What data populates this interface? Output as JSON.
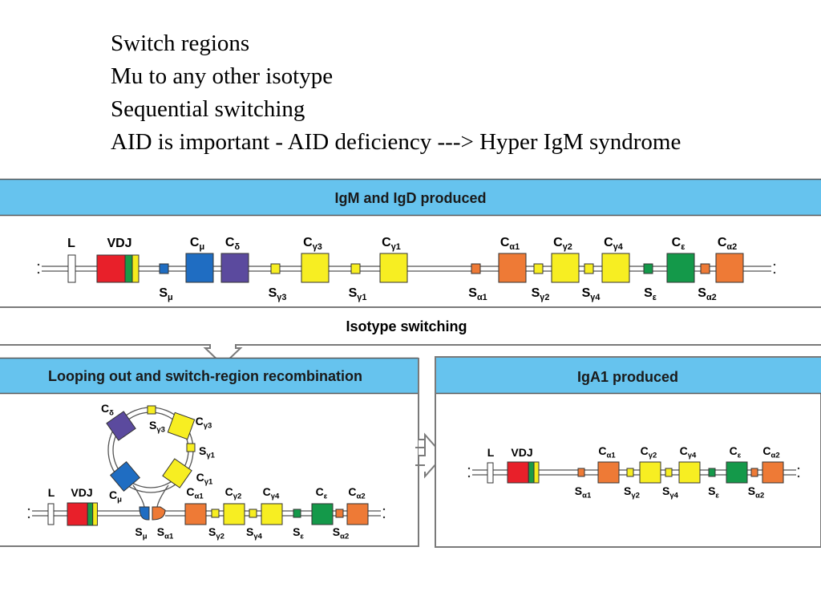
{
  "slide": {
    "bullets": [
      "Switch regions",
      "Mu to any other isotype",
      "Sequential switching",
      "AID is important - AID deficiency ---> Hyper IgM  syndrome"
    ]
  },
  "diagram": {
    "top_band": "IgM and IgD produced",
    "middle_label": "Isotype switching",
    "left_band": "Looping out and switch-region recombination",
    "right_band": "IgA1 produced",
    "colors": {
      "band": "#66c3ee",
      "V_red": "#e8202a",
      "J_green": "#1a9a47",
      "J_yellow": "#f5eb1e",
      "mu_blue": "#1f6dc2",
      "delta_purple": "#5b4a9e",
      "gamma_yellow": "#f7ee22",
      "alpha_orange": "#ee7a36",
      "epsilon_green": "#14994a"
    },
    "labels": {
      "L": "L",
      "VDJ": "VDJ",
      "C": "C",
      "S": "S",
      "mu": "μ",
      "delta": "δ",
      "g3": "γ3",
      "g1": "γ1",
      "a1": "α1",
      "g2": "γ2",
      "g4": "γ4",
      "e": "ε",
      "a2": "α2"
    }
  }
}
